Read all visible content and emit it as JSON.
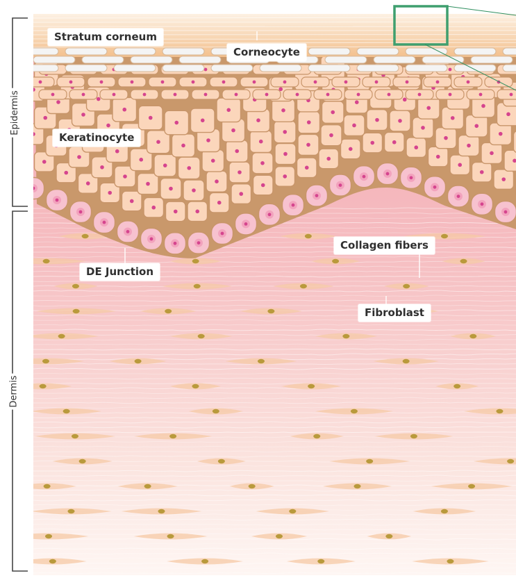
{
  "diagram": {
    "layers": {
      "epidermis": "Epidermis",
      "dermis": "Dermis"
    },
    "labels": {
      "stratum_corneum": "Stratum corneum",
      "corneocyte": "Corneocyte",
      "keratinocyte": "Keratinocyte",
      "collagen_fibers": "Collagen fibers",
      "de_junction": "DE Junction",
      "fibroblast": "Fibroblast"
    },
    "colors": {
      "corneum": "#f7d3a6",
      "keratinocyte_fill": "#fbd6bb",
      "keratinocyte_edge": "#c8956a",
      "basal_fill": "#f7c2cf",
      "nucleus": "#d5448e",
      "dermis_top": "#f5a9b5",
      "dermis_bottom": "#fdf1ef",
      "fibroblast": "#b99a3c",
      "highlight_box": "#3f9f6f"
    }
  }
}
